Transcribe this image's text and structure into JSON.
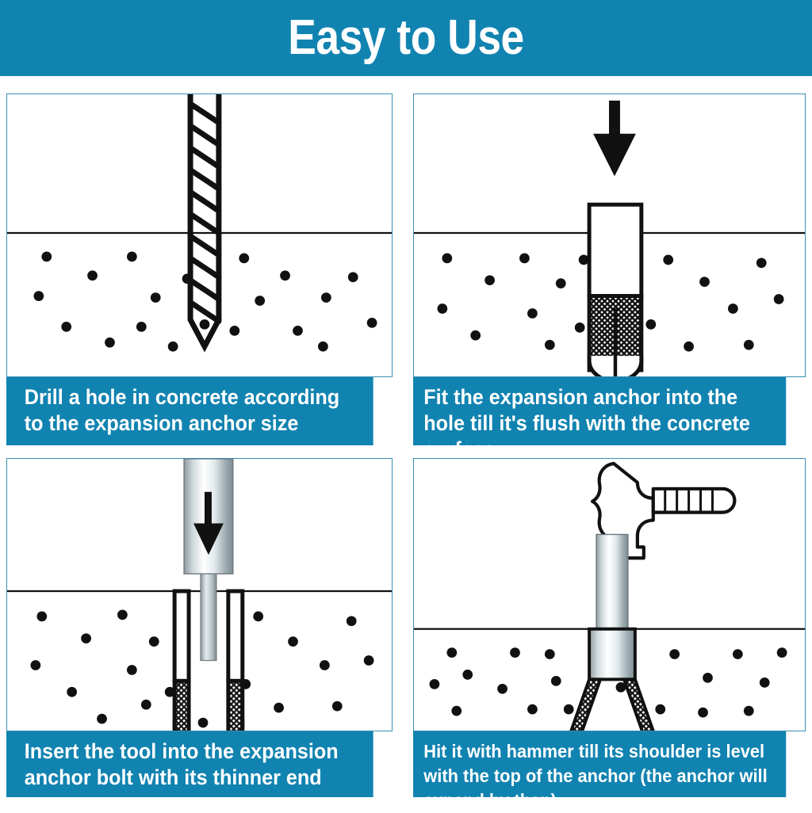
{
  "header": {
    "title": "Easy to Use"
  },
  "theme": {
    "accent": "#1183b0",
    "border": "#3a8fb0",
    "ink": "#111111",
    "paper": "#ffffff",
    "metal_dark": "#8e9ba1",
    "metal_light": "#ffffff"
  },
  "steps": [
    {
      "id": "step-1",
      "caption": "Drill a hole in concrete according to the expansion anchor size",
      "illustration": "drill-bit-in-concrete",
      "elements": [
        "helical-drill-bit",
        "pointed-tip",
        "ground-line",
        "concrete-dots"
      ]
    },
    {
      "id": "step-2",
      "caption": "Fit the expansion anchor into the hole till it's flush with the concrete surface",
      "illustration": "anchor-inserted-in-hole",
      "elements": [
        "down-arrow",
        "anchor-body",
        "crosshatch-section",
        "rounded-split-tip",
        "ground-line",
        "concrete-dots"
      ]
    },
    {
      "id": "step-3",
      "caption": "Insert the tool into the expansion anchor bolt with its thinner end",
      "illustration": "setting-tool-into-anchor",
      "elements": [
        "setting-tool",
        "down-arrow",
        "thin-pin",
        "anchor-body",
        "crosshatch-section",
        "ground-line",
        "concrete-dots"
      ]
    },
    {
      "id": "step-4",
      "caption": "Hit it with hammer till its shoulder is level with the top of the anchor (the anchor will expand by then)",
      "illustration": "hammer-striking-tool",
      "elements": [
        "claw-hammer",
        "setting-tool",
        "expanded-anchor-legs",
        "ground-line",
        "concrete-dots"
      ]
    }
  ]
}
